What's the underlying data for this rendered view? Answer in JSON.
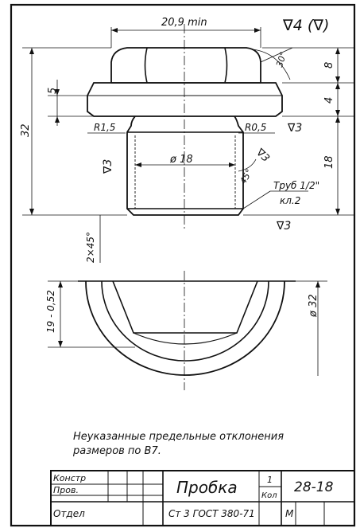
{
  "drawing": {
    "roughness_general": "∇4 (∇)",
    "dimensions": {
      "across_flats": "20,9 min",
      "chamfer_angle_top": "30°",
      "hex_height": "8",
      "collar_offset": "5",
      "collar_height": "4",
      "total_height": "32",
      "radius_left": "R1,5",
      "radius_right": "R0,5",
      "thread_diameter": "ø 18",
      "thread_length": "18",
      "chamfer_angle_thread": "45°",
      "thread_spec_line1": "Труб 1/2\"",
      "thread_spec_line2": "кл.2",
      "end_chamfer": "2×45°",
      "hex_width_top_view": "19 - 0,52",
      "collar_diameter": "ø 32"
    },
    "roughness_marks": [
      "∇3",
      "∇3",
      "∇3",
      "∇3"
    ],
    "note_line1": "Неуказанные предельные отклонения",
    "note_line2": "размеров по В7."
  },
  "title_block": {
    "row1_label": "Констр",
    "row2_label": "Пров.",
    "row3_label": "Отдел",
    "part_name": "Пробка",
    "quantity": "1",
    "quantity_label": "Кол",
    "drawing_number": "28-18",
    "material": "Ст 3 ГОСТ 380-71",
    "scale_letter": "М"
  }
}
